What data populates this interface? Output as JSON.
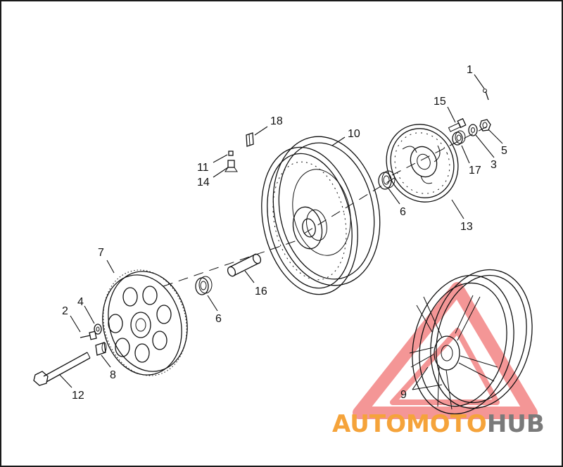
{
  "callouts": {
    "n1": "1",
    "n2": "2",
    "n3": "3",
    "n4": "4",
    "n5": "5",
    "n6a": "6",
    "n6b": "6",
    "n7": "7",
    "n8": "8",
    "n9": "9",
    "n10": "10",
    "n11": "11",
    "n12": "12",
    "n13": "13",
    "n14": "14",
    "n15": "15",
    "n16": "16",
    "n17": "17",
    "n18": "18"
  },
  "watermark": {
    "part1": "AUTOMOTO",
    "part2": "HUB",
    "color1": "#f5a33a",
    "color2": "#7a7a7a",
    "logo_color": "#f06a6a"
  }
}
